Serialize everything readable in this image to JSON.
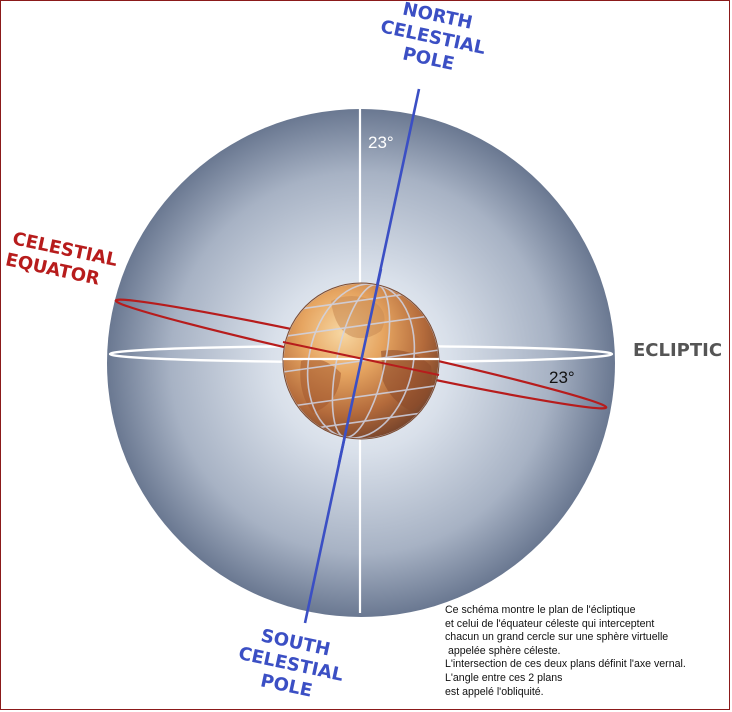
{
  "labels": {
    "north_pole": [
      "NORTH",
      "CELESTIAL",
      "POLE"
    ],
    "south_pole": [
      "SOUTH",
      "CELESTIAL",
      "POLE"
    ],
    "celestial_equator": [
      "CELESTIAL",
      "EQUATOR"
    ],
    "ecliptic": "ECLIPTIC",
    "angle_top": "23°",
    "angle_right": "23°"
  },
  "caption": [
    "Ce schéma montre le plan de l'écliptique",
    "et celui de l'équateur céleste qui interceptent",
    "chacun un grand cercle sur une sphère virtuelle",
    " appelée sphère céleste.",
    "L'intersection de ces deux plans définit l'axe vernal.",
    "L'angle entre ces 2 plans",
    "est appelé l'obliquité."
  ],
  "colors": {
    "pole_blue": "#3b4fc4",
    "equator_red": "#b71c1c",
    "ecliptic_text": "#555555",
    "ecliptic_ring": "#ffffff",
    "frame_border": "#8b1a1a"
  }
}
